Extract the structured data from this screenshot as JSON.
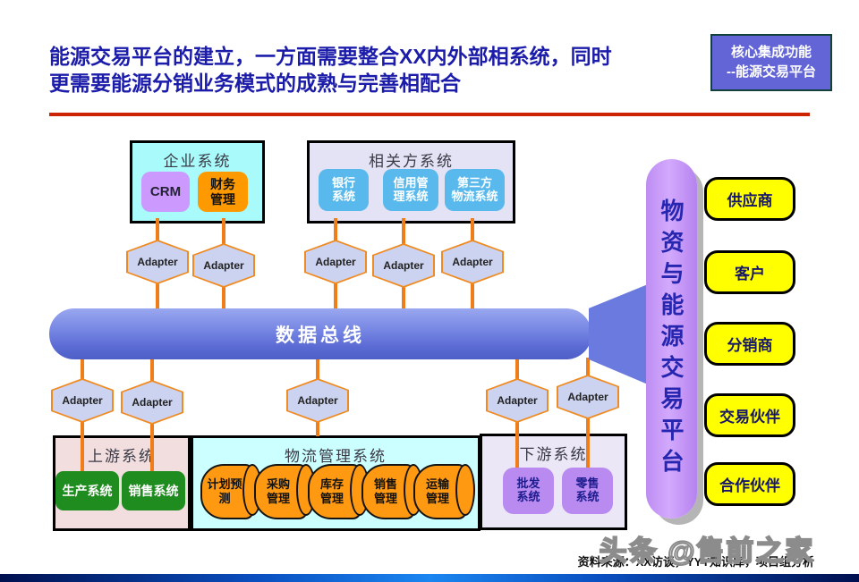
{
  "header": {
    "title": "能源交易平台的建立，一方面需要整合XX内外部相系统，同时\n更需要能源分销业务模式的成熟与完善相配合",
    "tag": "核心集成功能\n--能源交易平台"
  },
  "diagram": {
    "adapter_label": "Adapter",
    "bus_label": "数据总线",
    "platform_label": "物资与能源交易平台",
    "enterprise": {
      "title": "企业系统",
      "items": [
        "CRM",
        "财务\n管理"
      ]
    },
    "related": {
      "title": "相关方系统",
      "items": [
        "银行\n系统",
        "信用管\n理系统",
        "第三方\n物流系统"
      ]
    },
    "upstream": {
      "title": "上游系统",
      "items": [
        "生产系统",
        "销售系统"
      ]
    },
    "logistics": {
      "title": "物流管理系统",
      "items": [
        "计划预\n测",
        "采购\n管理",
        "库存\n管理",
        "销售\n管理",
        "运输\n管理"
      ]
    },
    "downstream": {
      "title": "下游系统",
      "items": [
        "批发\n系统",
        "零售\n系统"
      ]
    },
    "partners": [
      "供应商",
      "客户",
      "分销商",
      "交易伙伴",
      "合作伙伴"
    ]
  },
  "footer": {
    "source": "资料来源：XX访谈，YYY知识库，项目组分析",
    "watermark": "头条 @售前之家"
  },
  "colors": {
    "title_blue": "#1c1caa",
    "rule_red": "#cc2403",
    "tag_bg": "#6365d6",
    "bus_blue": "#5b6bd4",
    "connector_orange": "#ef7d1a",
    "hex_fill": "#ccd3f0",
    "platform_purple": "#c89bf6",
    "partner_yellow": "#ffff00",
    "cylinder_orange": "#ff9912",
    "green_system": "#1e8c1e",
    "blue_chip": "#59b9ec"
  }
}
